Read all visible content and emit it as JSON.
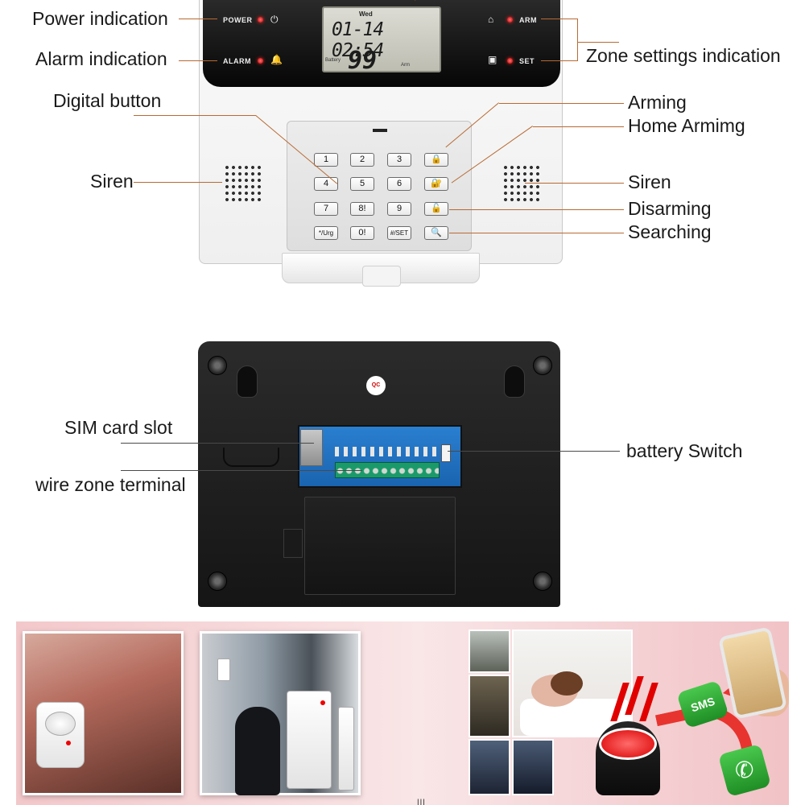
{
  "labels": {
    "power_indication": "Power indication",
    "alarm_indication": "Alarm indication",
    "digital_button": "Digital button",
    "siren_left": "Siren",
    "zone_settings_indication": "Zone settings indication",
    "arming": "Arming",
    "home_arming": "Home Armimg",
    "siren_right": "Siren",
    "disarming": "Disarming",
    "searching": "Searching",
    "sim_card_slot": "SIM card slot",
    "wire_zone_terminal": "wire zone terminal",
    "battery_switch": "battery Switch"
  },
  "panel": {
    "power_text": "POWER",
    "alarm_text": "ALARM",
    "arm_text": "ARM",
    "set_text": "SET",
    "lcd_day": "Wed",
    "lcd_datetime": "01-14 02:54",
    "lcd_number": "99",
    "lcd_battery": "Battery",
    "lcd_arm": "Arm",
    "qc_text": "QC"
  },
  "keypad": {
    "keys": [
      "1",
      "2",
      "3",
      "5",
      "6",
      "7",
      "8!",
      "9",
      "*/Urg",
      "0!",
      "#/SET"
    ],
    "key_4": "4",
    "icons": {
      "arm": "lock-icon",
      "home_arm": "home-lock-icon",
      "disarm": "unlock-icon",
      "search": "search-icon"
    }
  },
  "scenes": {
    "sms_badge": "SMS"
  },
  "colors": {
    "leader_line": "#b86a33",
    "led_red": "#e00000",
    "pcb_blue": "#1a64b0"
  }
}
